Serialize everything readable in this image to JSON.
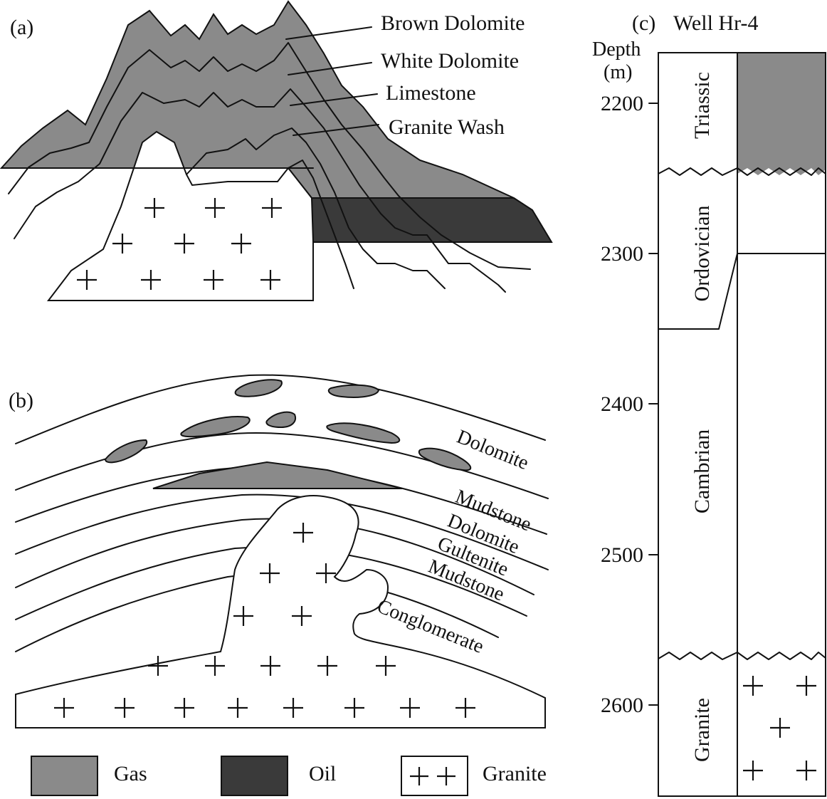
{
  "panels": {
    "a": {
      "label": "(a)",
      "layers": [
        "Brown Dolomite",
        "White Dolomite",
        "Limestone",
        "Granite Wash"
      ]
    },
    "b": {
      "label": "(b)",
      "layers": [
        "Dolomite",
        "Mudstone",
        "Dolomite",
        "Gultenite",
        "Mudstone",
        "Conglomerate"
      ]
    },
    "c": {
      "label": "(c)",
      "title": "Well Hr-4",
      "depth_label_line1": "Depth",
      "depth_label_line2": "(m)",
      "depth_ticks": [
        "2200",
        "2300",
        "2400",
        "2500",
        "2600"
      ],
      "formations": [
        "Triassic",
        "Ordovician",
        "Cambrian",
        "Granite"
      ]
    }
  },
  "legend": {
    "gas": "Gas",
    "oil": "Oil",
    "granite": "Granite"
  },
  "colors": {
    "gas": "#8a8a8a",
    "oil": "#3a3a3a",
    "granite": "#ffffff",
    "line": "#111111"
  }
}
